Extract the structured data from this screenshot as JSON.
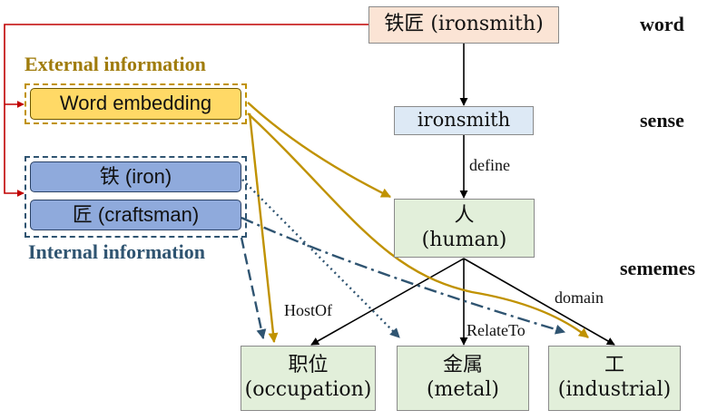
{
  "word": {
    "text": "铁匠 (ironsmith)",
    "level_label": "word"
  },
  "sense": {
    "text": "ironsmith",
    "level_label": "sense"
  },
  "sememes_level_label": "sememes",
  "sememes": {
    "human": {
      "zh": "人",
      "en": "(human)"
    },
    "occupation": {
      "zh": "职位",
      "en": "(occupation)"
    },
    "metal": {
      "zh": "金属",
      "en": "(metal)"
    },
    "industrial": {
      "zh": "工",
      "en": "(industrial)"
    }
  },
  "external": {
    "label": "External information",
    "embedding": "Word embedding"
  },
  "internal": {
    "label": "Internal information",
    "iron": "铁 (iron)",
    "craftsman": "匠 (craftsman)"
  },
  "relations": {
    "define": "define",
    "hostof": "HostOf",
    "relateto": "RelateTo",
    "domain": "domain"
  },
  "colors": {
    "external": "#c09200",
    "internal": "#2f5471",
    "word_link": "#c00000",
    "edge": "#000000"
  }
}
